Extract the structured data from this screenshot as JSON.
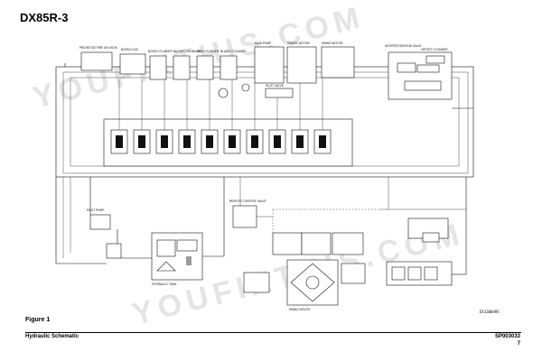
{
  "header": {
    "title": "DX85R-3"
  },
  "figure": {
    "label": "Figure 1",
    "code": "EX1300495"
  },
  "footer": {
    "left": "Hydraulic Schematic",
    "right": "SP003033",
    "page": "7"
  },
  "watermark": {
    "text": "YOUFIXTHIS.COM"
  },
  "components": {
    "top": [
      "PRIORITIZE FIRE ON HOOK",
      "BOOM LOCK",
      "BOOM CYLINDER",
      "BUCKET CYLINDER",
      "ARM CYLINDER",
      "BLADE CYLINDER",
      "MAIN PUMP",
      "TRAVEL MOTOR",
      "SWING MOTOR",
      "PILOT VALVE"
    ],
    "right": [
      "ANTIRESTORATION VALVE",
      "OFFSET CYLINDER"
    ],
    "lower": [
      "PILOT PUMP",
      "REMOTE CONTROL VALVE",
      "SWING DEVICE",
      "HYDRAULIC TANK"
    ]
  }
}
